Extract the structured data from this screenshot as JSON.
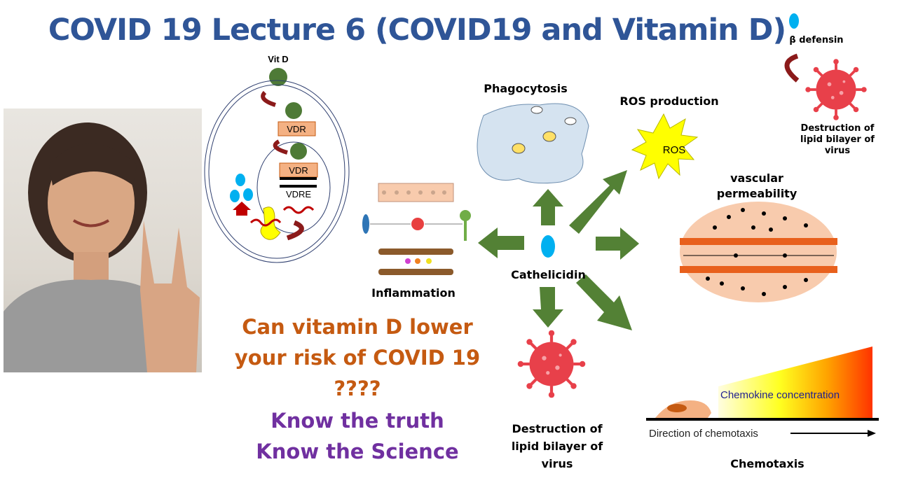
{
  "title": "COVID 19 Lecture 6 (COVID19 and Vitamin D)",
  "cell_diagram": {
    "vit_d": "Vit D",
    "vdr_1": "VDR",
    "vdr_2": "VDR",
    "vdre": "VDRE"
  },
  "labels": {
    "phagocytosis": "Phagocytosis",
    "ros_production": "ROS production",
    "ros": "ROS",
    "beta_defensin": "β defensin",
    "destruction_top": [
      "Destruction of",
      "lipid bilayer of",
      "virus"
    ],
    "vascular": [
      "vascular",
      "permeability"
    ],
    "inflammation": "Inflammation",
    "cathelicidin": "Cathelicidin",
    "destruction_bottom": [
      "Destruction  of",
      "lipid bilayer of",
      "virus"
    ],
    "chemokine": "Chemokine concentration",
    "direction": "Direction of chemotaxis",
    "chemotaxis": "Chemotaxis"
  },
  "question": [
    "Can vitamin D lower",
    "your risk of COVID 19",
    "????"
  ],
  "tagline": [
    "Know the truth",
    "Know the Science"
  ],
  "colors": {
    "title": "#2f5597",
    "orange": "#c55a11",
    "purple": "#7030a0",
    "arrow": "#538135",
    "virus": "#e8404a",
    "vitd": "#4e7a36"
  }
}
